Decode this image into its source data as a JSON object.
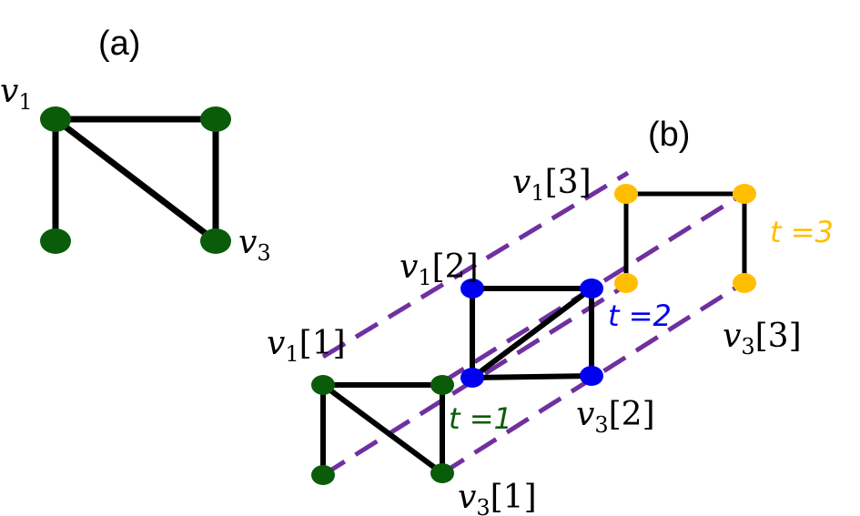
{
  "colors": {
    "edge": "#000000",
    "node_t1": "#0a5c0a",
    "node_t2": "#0000ee",
    "node_t3": "#ffbf00",
    "dashed": "#7030a0",
    "text": "#000000",
    "label_t1": "#0a5c0a",
    "label_t2": "#0000ee",
    "label_t3": "#ffbf00"
  },
  "panel_a": {
    "title": "(a)",
    "label_v1": "v",
    "label_v1_sub": "1",
    "label_v3": "v",
    "label_v3_sub": "3"
  },
  "panel_b": {
    "title": "(b)",
    "layers": [
      {
        "t_label": "t =1",
        "v1_label": "v",
        "v1_sub": "1",
        "v1_idx": "[1]",
        "v3_label": "v",
        "v3_sub": "3",
        "v3_idx": "[1]"
      },
      {
        "t_label": "t =2",
        "v1_label": "v",
        "v1_sub": "1",
        "v1_idx": "[2]",
        "v3_label": "v",
        "v3_sub": "3",
        "v3_idx": "[2]"
      },
      {
        "t_label": "t =3",
        "v1_label": "v",
        "v1_sub": "1",
        "v1_idx": "[3]",
        "v3_label": "v",
        "v3_sub": "3",
        "v3_idx": "[3]"
      }
    ]
  }
}
